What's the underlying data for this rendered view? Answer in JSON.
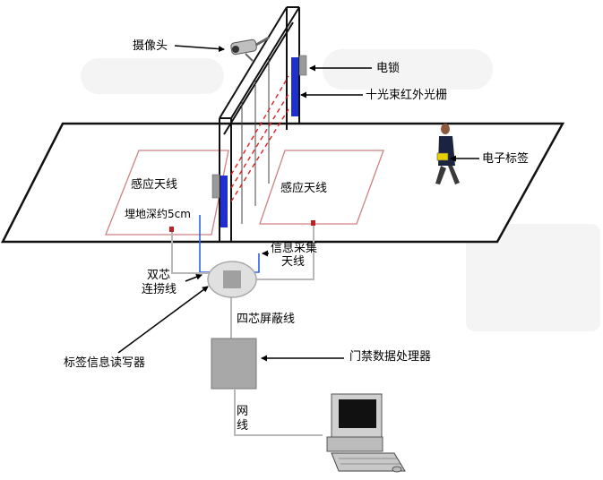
{
  "labels": {
    "camera": "摄像头",
    "electric_lock": "电锁",
    "light_curtain": "十光束红外光栅",
    "electronic_tag": "电子标签",
    "antenna_left": "感应天线",
    "antenna_right": "感应天线",
    "burial_depth": "埋地深约5cm",
    "info_antenna_line1": "信息采集",
    "info_antenna_line2": "天线",
    "twin_cable_line1": "双芯",
    "twin_cable_line2": "连捞线",
    "four_core_cable": "四芯屏蔽线",
    "tag_reader": "标签信息读写器",
    "access_processor": "门禁数据处理器",
    "network_cable_line1": "网",
    "network_cable_line2": "线"
  },
  "colors": {
    "lock_blue": "#1f2fd0",
    "antenna_red": "#d08080",
    "beam_red": "#e02020",
    "cable_blue": "#3060e0",
    "cable_gray": "#b8b8b8",
    "box_gray": "#a8a8a8",
    "accent_tag": "#e8d000"
  },
  "icons": [
    "camera-icon",
    "person-icon",
    "computer-icon"
  ]
}
